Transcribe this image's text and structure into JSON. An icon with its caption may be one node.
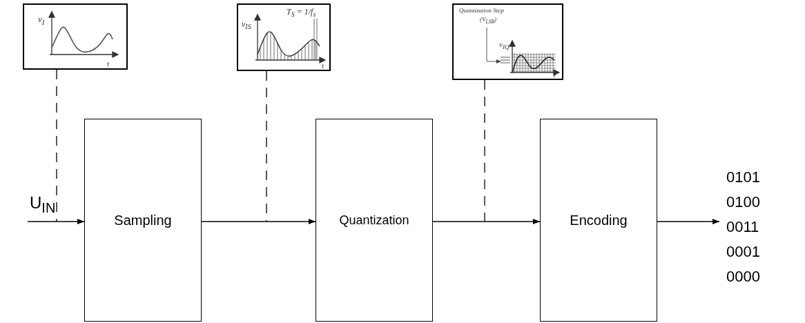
{
  "diagram": {
    "nodes": [
      {
        "text": [
          "v$_{I}$",
          "t"
        ]
      },
      {
        "text": [
          "v$_{IS}$",
          "T$_{S}$ = 1/f$_{s}$",
          "t"
        ]
      },
      {
        "text": [
          "Quantization Step",
          "(V$_{LSB}$)",
          "v$_{IQ}$",
          "t"
        ]
      },
      {
        "text": [
          "Sampling"
        ]
      },
      {
        "text": [
          "Quantization"
        ]
      },
      {
        "text": [
          "Encoding"
        ]
      },
      {
        "text": [
          "U$_{IN}$"
        ]
      },
      {
        "text": [
          "0101",
          "0100",
          "0011",
          "0001",
          "0000"
        ]
      }
    ],
    "edges": [
      {
        "from": 6,
        "to": 3,
        "arrow": "to"
      },
      {
        "from": 3,
        "to": 4,
        "arrow": "to"
      },
      {
        "from": 4,
        "to": 5,
        "arrow": "to"
      },
      {
        "from": 5,
        "to": 7,
        "arrow": "to"
      },
      {
        "from": 0,
        "to": 6,
        "arrow": "none",
        "style": "dashed"
      },
      {
        "from": 1,
        "to": null,
        "arrow": "none",
        "style": "dashed"
      },
      {
        "from": 2,
        "to": null,
        "arrow": "none",
        "style": "dashed"
      }
    ]
  }
}
